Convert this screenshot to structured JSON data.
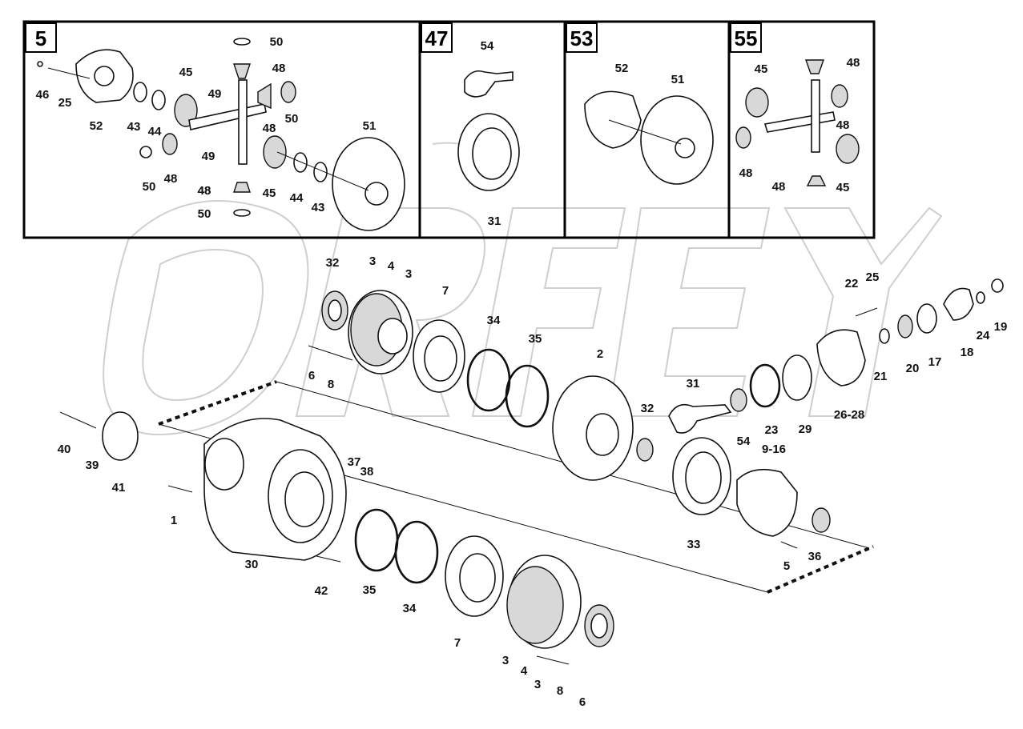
{
  "panels": [
    {
      "label": "5"
    },
    {
      "label": "47"
    },
    {
      "label": "53"
    },
    {
      "label": "55"
    }
  ],
  "panel5_labels": [
    "50",
    "48",
    "46",
    "25",
    "52",
    "43",
    "44",
    "45",
    "49",
    "48",
    "50",
    "49",
    "48",
    "50",
    "48",
    "45",
    "44",
    "43",
    "51",
    "48",
    "50"
  ],
  "panel47_labels": [
    "54",
    "31"
  ],
  "panel53_labels": [
    "52",
    "51"
  ],
  "panel55_labels": [
    "48",
    "45",
    "48",
    "48",
    "48",
    "45"
  ],
  "main_labels": [
    "32",
    "3",
    "4",
    "3",
    "7",
    "34",
    "35",
    "2",
    "6",
    "8",
    "40",
    "39",
    "41",
    "1",
    "30",
    "37",
    "38",
    "35",
    "34",
    "42",
    "7",
    "3",
    "4",
    "3",
    "8",
    "6",
    "32",
    "33",
    "31",
    "54",
    "23",
    "29",
    "26-28",
    "22",
    "25",
    "24",
    "19",
    "18",
    "17",
    "20",
    "21",
    "9-16",
    "5",
    "36",
    "33"
  ],
  "colors": {
    "line": "#111111",
    "part_fill": "#ffffff",
    "shade": "#d8d8d8"
  }
}
